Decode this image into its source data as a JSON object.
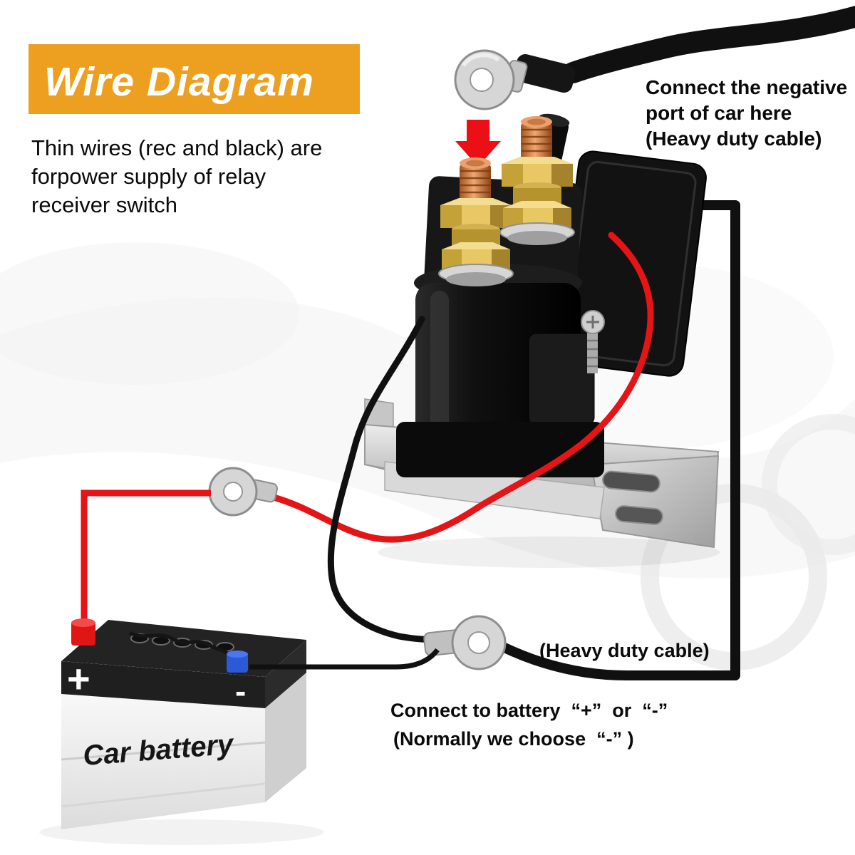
{
  "banner": {
    "title": "Wire Diagram"
  },
  "notes": {
    "thin_wires": {
      "line1": "Thin wires (rec and black) are",
      "line2": "forpower supply of relay",
      "line3": "receiver switch"
    },
    "negative_port": {
      "line1": "Connect the negative",
      "line2": "port of car here",
      "line3": "(Heavy duty cable)"
    },
    "heavy_duty_cable": "(Heavy duty cable)",
    "battery_connect": {
      "line1": "Connect to battery  “+”  or  “-”",
      "line2": "(Normally we choose  “-” )"
    }
  },
  "battery": {
    "label": "Car battery",
    "plus_sign": "+",
    "minus_sign": "-"
  },
  "colors": {
    "banner_orange": "#EDA01F",
    "wire_red": "#E41417",
    "wire_black": "#101010",
    "arrow_red": "#EC1016",
    "battery_plus_red": "#E01515",
    "battery_minus_blue": "#2B59D8",
    "text_black": "#0A0A0A"
  }
}
